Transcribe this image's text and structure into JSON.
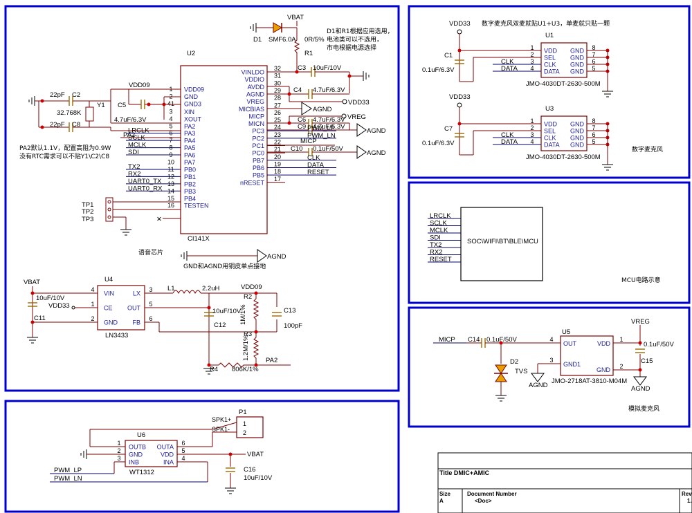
{
  "u2": {
    "ref": "U2",
    "part": "CI141X",
    "left_pins": [
      {
        "num": "1",
        "name": "VDD09"
      },
      {
        "num": "2",
        "name": "GND"
      },
      {
        "num": "41",
        "name": "GND3"
      },
      {
        "num": "3",
        "name": "XIN"
      },
      {
        "num": "4",
        "name": "XOUT"
      },
      {
        "num": "5",
        "name": "PA2"
      },
      {
        "num": "6",
        "name": "PA3"
      },
      {
        "num": "7",
        "name": "PA4"
      },
      {
        "num": "8",
        "name": "PA5"
      },
      {
        "num": "9",
        "name": "PA6"
      },
      {
        "num": "10",
        "name": "PA7"
      },
      {
        "num": "11",
        "name": "PB0"
      },
      {
        "num": "12",
        "name": "PB1"
      },
      {
        "num": "13",
        "name": "PB2"
      },
      {
        "num": "14",
        "name": "PB3"
      },
      {
        "num": "15",
        "name": "PB4"
      },
      {
        "num": "16",
        "name": "TESTEN"
      }
    ],
    "left_nets": [
      "VDD09",
      "",
      "",
      "",
      "",
      "PA2",
      "LRCLK",
      "SCLK",
      "MCLK",
      "SDI",
      "",
      "TX2",
      "RX2",
      "UART0_TX",
      "UART0_RX",
      "",
      ""
    ],
    "right_pins": [
      {
        "num": "32",
        "name": "VINLDO"
      },
      {
        "num": "31",
        "name": "VDDIO"
      },
      {
        "num": "30",
        "name": "AVDD"
      },
      {
        "num": "29",
        "name": "AGND"
      },
      {
        "num": "28",
        "name": "VREG"
      },
      {
        "num": "27",
        "name": "MICBIAS"
      },
      {
        "num": "26",
        "name": "MICP"
      },
      {
        "num": "25",
        "name": "MICN"
      },
      {
        "num": "24",
        "name": "PC3"
      },
      {
        "num": "23",
        "name": "PC2"
      },
      {
        "num": "22",
        "name": "PC1"
      },
      {
        "num": "21",
        "name": "PC0"
      },
      {
        "num": "20",
        "name": "PB7"
      },
      {
        "num": "19",
        "name": "PB6"
      },
      {
        "num": "18",
        "name": "PB5"
      },
      {
        "num": "17",
        "name": "nRESET"
      }
    ],
    "right_nets": [
      "",
      "",
      "",
      "",
      "",
      "",
      "",
      "",
      "PWM_LP",
      "PWM_LN",
      "",
      "",
      "CLK",
      "DATA",
      "RESET",
      ""
    ]
  },
  "top_left": {
    "vbat": "VBAT",
    "d1_ref": "D1",
    "d1_part": "SMF6.0A",
    "r1_ref": "R1",
    "r1_val": "0R/5%",
    "note_r1_1": "D1和R1根据应用选用，",
    "note_r1_2": "电池类可以不选用，",
    "note_r1_3": "市电根据电源选择",
    "c3": "C3",
    "c3_val": "10uF/10V",
    "c4": "C4",
    "c4_val": "4.7uF/6.3V",
    "vdd33_out": "VDD33",
    "agnd_29": "AGND",
    "vreg_out": "VREG",
    "c6": "C6",
    "c6_val": "4.7uF/6.3V",
    "c9": "C9",
    "c9_val": "4.7uF/6.3V",
    "agnd_c9": "AGND",
    "micp_net": "MICP",
    "c10": "C10",
    "c10_val": "0.1uF/50V",
    "agnd_c10": "AGND",
    "c2": "C2",
    "c2_val": "22pF",
    "c8": "C8",
    "c8_val": "22pF",
    "y1": "Y1",
    "y1_val": "32.768K",
    "c5": "C5",
    "c5_val": "4.7uF/6.3V",
    "vdd09_top": "VDD09",
    "note_pa2_1": "PA2默认1.1V，配置高阻为0.9W",
    "note_pa2_2": "没有RTC需求可以不贴Y1\\C2\\C8",
    "tp1": "TP1",
    "tp2": "TP2",
    "tp3": "TP3",
    "voice_chip": "语音芯片",
    "agnd_bottom": "AGND",
    "gnd_note": "GND和AGND用铜皮单点接地"
  },
  "regulator": {
    "vbat": "VBAT",
    "u4_ref": "U4",
    "u4_part": "LN3433",
    "pins_left": [
      {
        "num": "4",
        "name": "VIN"
      },
      {
        "num": "1",
        "name": "CE"
      },
      {
        "num": "2",
        "name": "GND"
      }
    ],
    "pins_right": [
      {
        "num": "3",
        "name": "LX"
      },
      {
        "num": "5",
        "name": "OUT"
      },
      {
        "num": "6",
        "name": "FB"
      }
    ],
    "c11": "C11",
    "c11_val": "10uF/10V",
    "vdd33": "VDD33",
    "l1": "L1",
    "l1_val": "2.2uH",
    "vdd09": "VDD09",
    "c12": "C12",
    "c12_val": "10uF/10V",
    "r2": "R2",
    "r2_val": "1M/1%",
    "c13": "C13",
    "c13_val": "100pF",
    "r3": "R3",
    "r3_val": "1.2M/1%",
    "r4": "R4",
    "r4_val": "806K/1%",
    "pa2": "PA2"
  },
  "amp": {
    "u6_ref": "U6",
    "u6_part": "WT1312",
    "p1_ref": "P1",
    "left_pins": [
      {
        "num": "1",
        "name": "OUTB"
      },
      {
        "num": "2",
        "name": "GND"
      },
      {
        "num": "3",
        "name": "INB"
      }
    ],
    "right_pins": [
      {
        "num": "6",
        "name": "OUTA"
      },
      {
        "num": "5",
        "name": "VDD"
      },
      {
        "num": "4",
        "name": "INA"
      }
    ],
    "p1_pins": [
      "1",
      "2"
    ],
    "spk_plus": "SPK1+",
    "spk_minus": "SPK1-",
    "vbat": "VBAT",
    "c16": "C16",
    "c16_val": "10uF/10V",
    "pwm_lp": "PWM_LP",
    "pwm_ln": "PWM_LN"
  },
  "dmic": {
    "title": "数字麦克风双麦就贴U1+U3，单麦就只贴一颗",
    "section": "数字麦克风",
    "mics": [
      {
        "ref": "U1",
        "part": "JMO-4030DT-2630-500M",
        "vdd": "VDD33",
        "cap": "C1",
        "cap_val": "0.1uF/6.3V"
      },
      {
        "ref": "U3",
        "part": "JMO-4030DT-2630-500M",
        "vdd": "VDD33",
        "cap": "C7",
        "cap_val": "0.1uF/6.3V"
      }
    ],
    "left_pins": [
      {
        "num": "1",
        "name": "VDD"
      },
      {
        "num": "2",
        "name": "SEL"
      },
      {
        "num": "3",
        "name": "CLK"
      },
      {
        "num": "4",
        "name": "DATA"
      }
    ],
    "right_pins": [
      {
        "num": "8",
        "name": "GND"
      },
      {
        "num": "7",
        "name": "GND"
      },
      {
        "num": "6",
        "name": "GND"
      },
      {
        "num": "5",
        "name": "GND"
      }
    ],
    "clk": "CLK",
    "data": "DATA"
  },
  "mcu": {
    "signals": [
      "LRCLK",
      "SCLK",
      "MCLK",
      "SDI",
      "TX2",
      "RX2",
      "RESET"
    ],
    "box_label": "SOC\\WIFI\\BT\\BLE\\MCU",
    "section": "MCU电路示意"
  },
  "amic": {
    "micp": "MICP",
    "c14": "C14",
    "c14_val": "0.1uF/50V",
    "u5_ref": "U5",
    "u5_part": "JMO-2718AT-3810-M04M",
    "pins": [
      {
        "num": "4",
        "name": "OUT"
      },
      {
        "num": "1",
        "name": "VDD"
      },
      {
        "num": "3",
        "name": "GND1"
      },
      {
        "num": "2",
        "name": "GND"
      }
    ],
    "d2": "D2",
    "tvs": "TVS",
    "agnd1": "AGND",
    "vreg": "VREG",
    "c15": "C15",
    "c15_val": "0.1uF/50V",
    "agnd2": "AGND",
    "section": "模拟麦克风"
  },
  "title_block": {
    "title": "Title DMIC+AMIC",
    "size_label": "Size",
    "size_val": "A",
    "docnum_label": "Document Number",
    "docnum_val": "<Doc>",
    "rev_label": "Rev",
    "rev_val": "1."
  }
}
